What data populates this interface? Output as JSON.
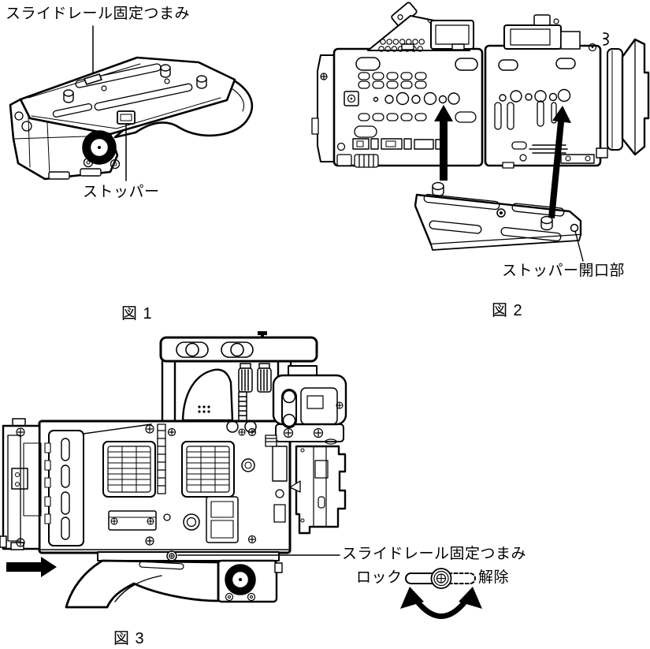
{
  "document": {
    "background": "#ffffff",
    "ink": "#000000",
    "type_label": "manual-figure-page"
  },
  "figures": {
    "fig1": {
      "caption": "図 1",
      "label_slide_rail_knob": "スライドレール固定つまみ",
      "label_stopper": "ストッパー"
    },
    "fig2": {
      "caption": "図 2",
      "label_stopper_opening": "ストッパー開口部"
    },
    "fig3": {
      "caption": "図 3",
      "label_slide_rail_knob": "スライドレール固定つまみ",
      "label_lock": "ロック",
      "label_release": "解除"
    }
  },
  "icons": {
    "attach_arrow": "thick-black-arrow-up",
    "slide_arrow": "thick-black-arrow-right",
    "rotate_arrow": "curved-double-headed-arrow"
  }
}
